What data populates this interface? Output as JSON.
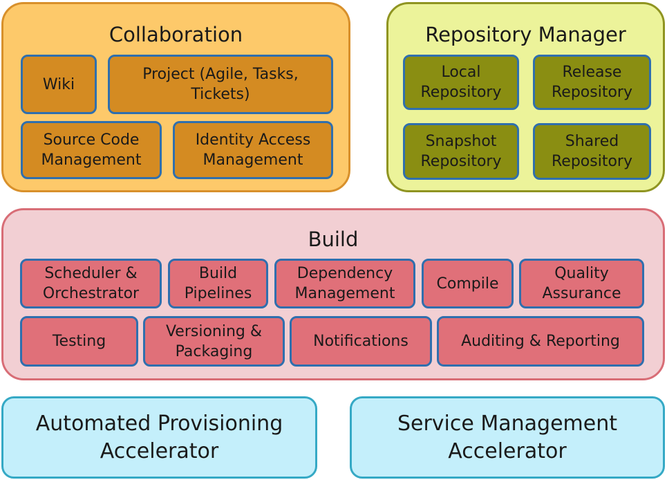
{
  "collaboration": {
    "title": "Collaboration",
    "items": [
      "Wiki",
      "Project (Agile, Tasks,\nTickets)",
      "Source Code\nManagement",
      "Identity Access\nManagement"
    ]
  },
  "repository": {
    "title": "Repository Manager",
    "items": [
      "Local\nRepository",
      "Release\nRepository",
      "Snapshot\nRepository",
      "Shared\nRepository"
    ]
  },
  "build": {
    "title": "Build",
    "items": [
      "Scheduler &\nOrchestrator",
      "Build\nPipelines",
      "Dependency\nManagement",
      "Compile",
      "Quality\nAssurance",
      "Testing",
      "Versioning &\nPackaging",
      "Notifications",
      "Auditing & Reporting"
    ]
  },
  "accelerators": [
    "Automated Provisioning\nAccelerator",
    "Service Management\nAccelerator"
  ]
}
